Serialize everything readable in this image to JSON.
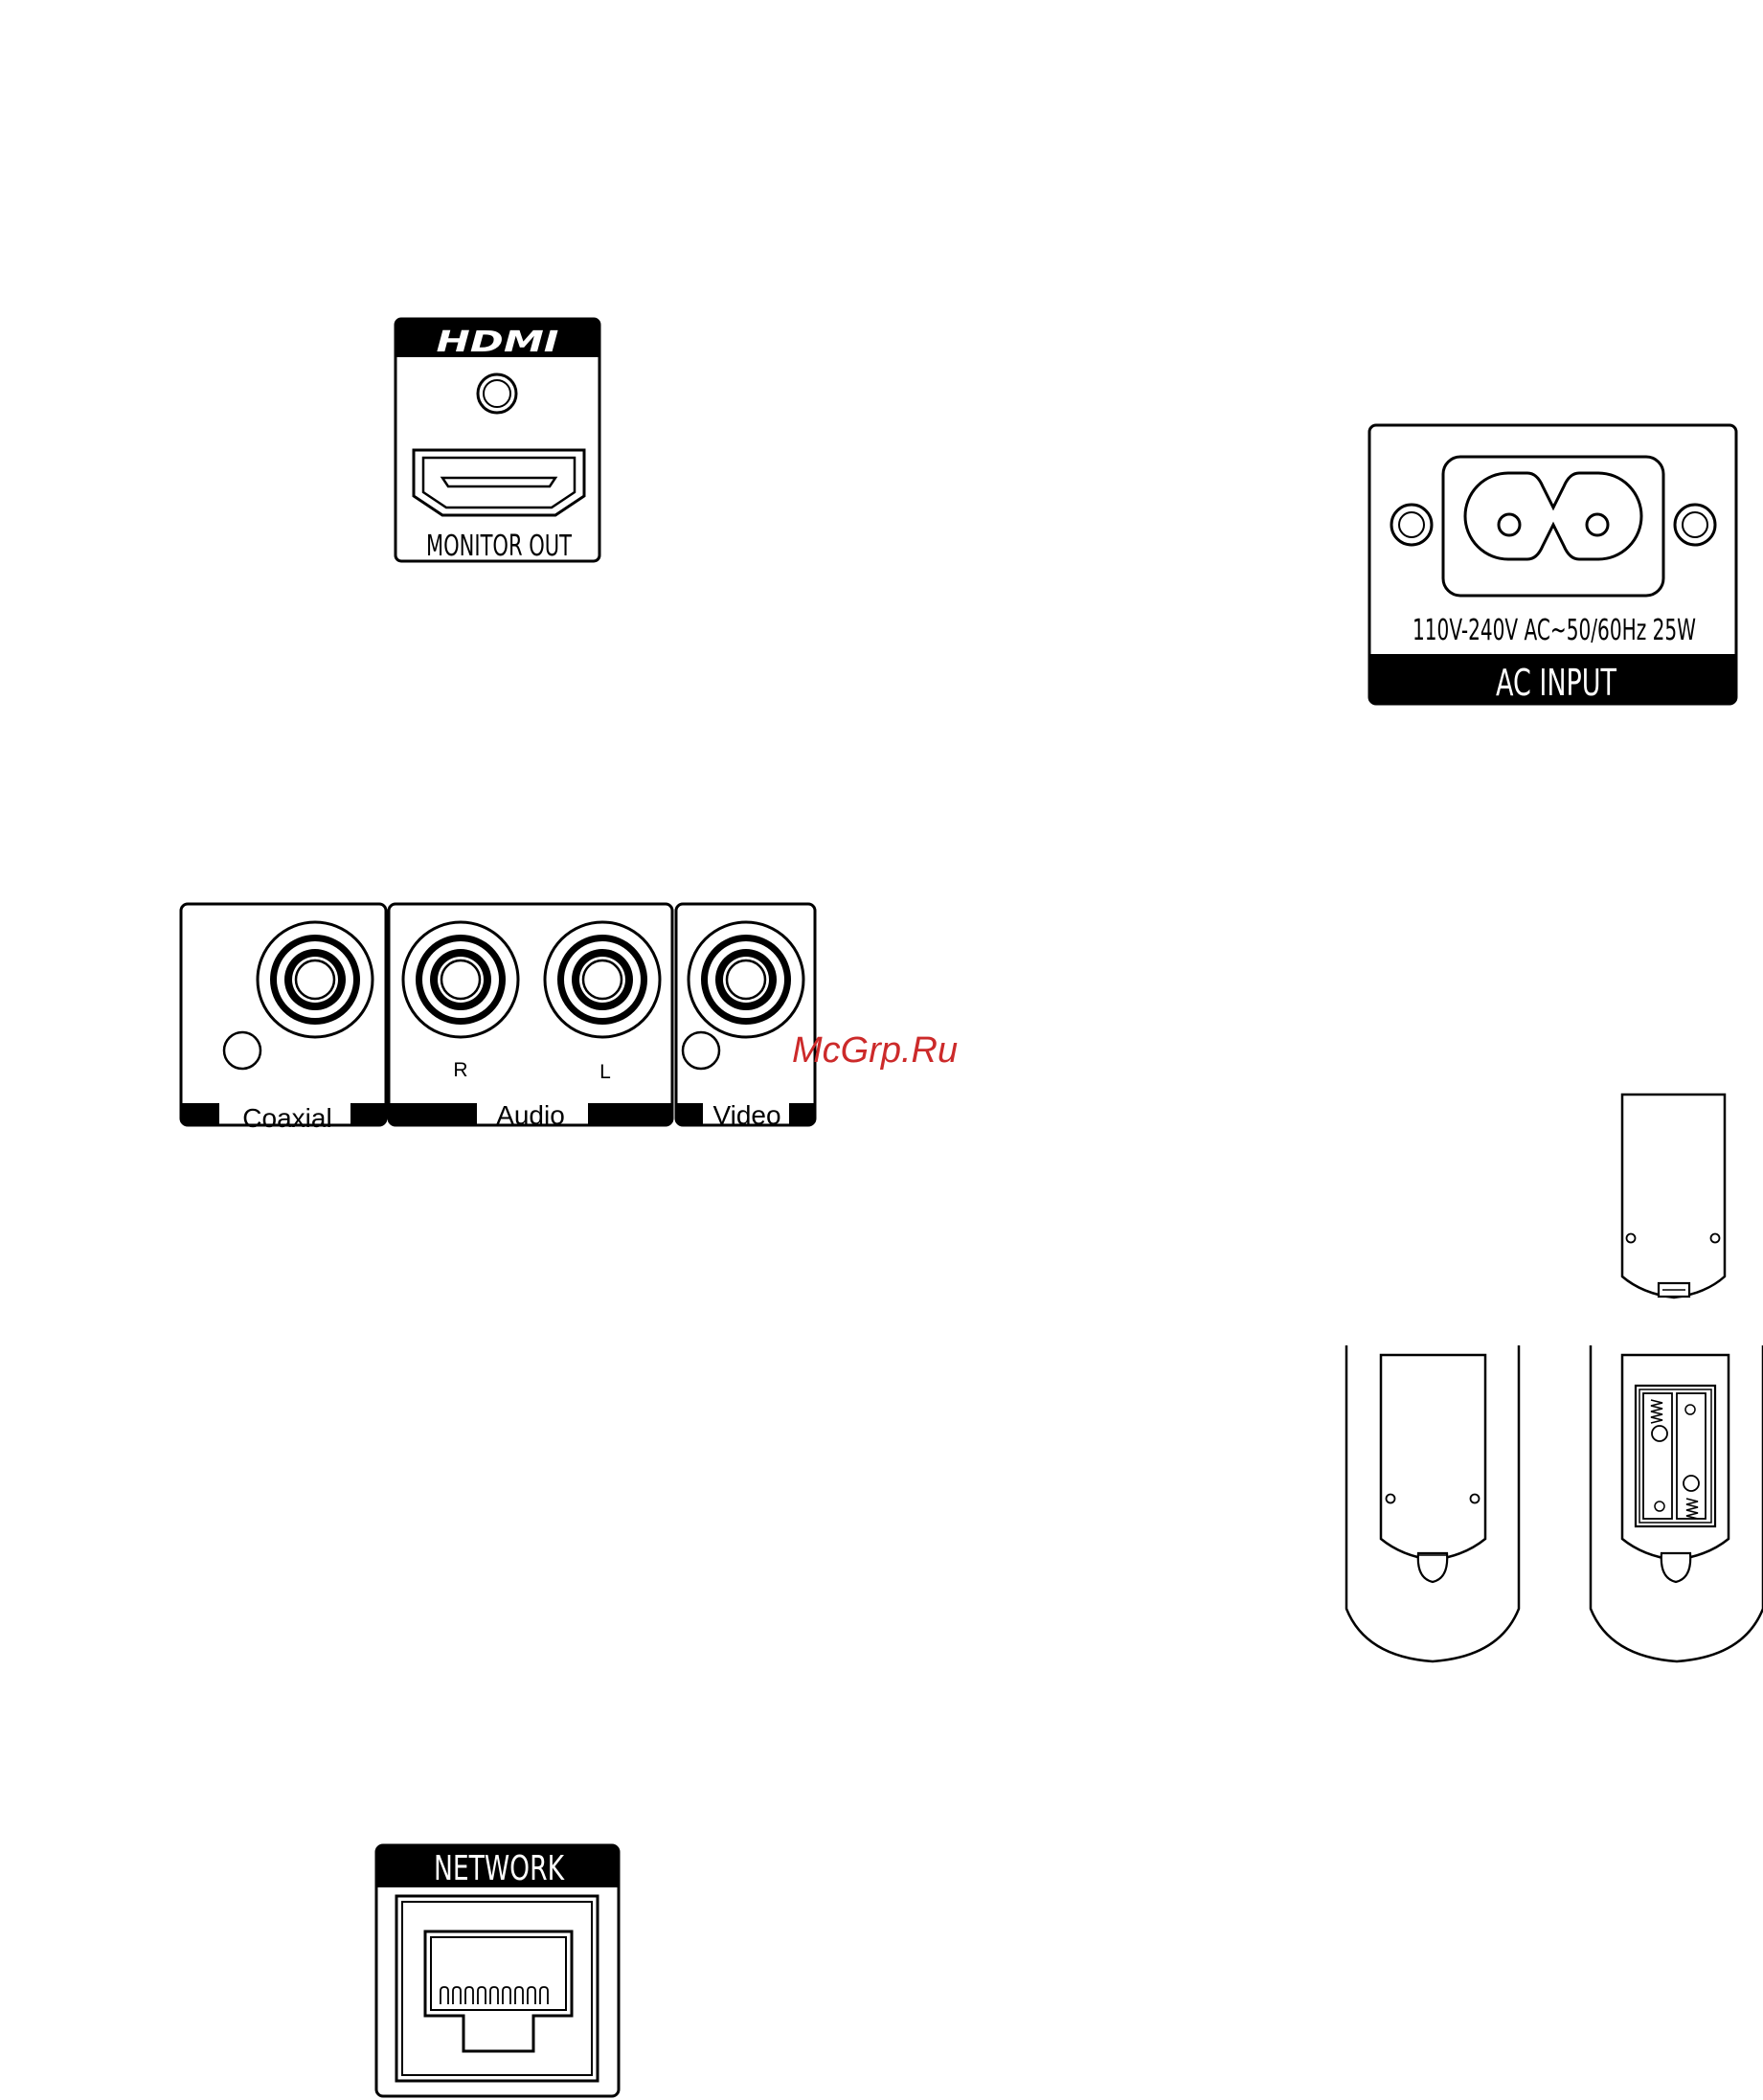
{
  "hdmi": {
    "logo": "HDMI",
    "label": "MONITOR OUT"
  },
  "ac_input": {
    "rating": "110V-240V AC~50/60Hz 25W",
    "label": "AC INPUT"
  },
  "av_jacks": {
    "coaxial_label": "Coaxial",
    "audio_label": "Audio",
    "audio_r": "R",
    "audio_l": "L",
    "video_label": "Video"
  },
  "watermark": "McGrp.Ru",
  "network": {
    "label": "NETWORK"
  },
  "colors": {
    "ink": "#000000",
    "paper": "#ffffff",
    "watermark": "#cc2a2a"
  }
}
